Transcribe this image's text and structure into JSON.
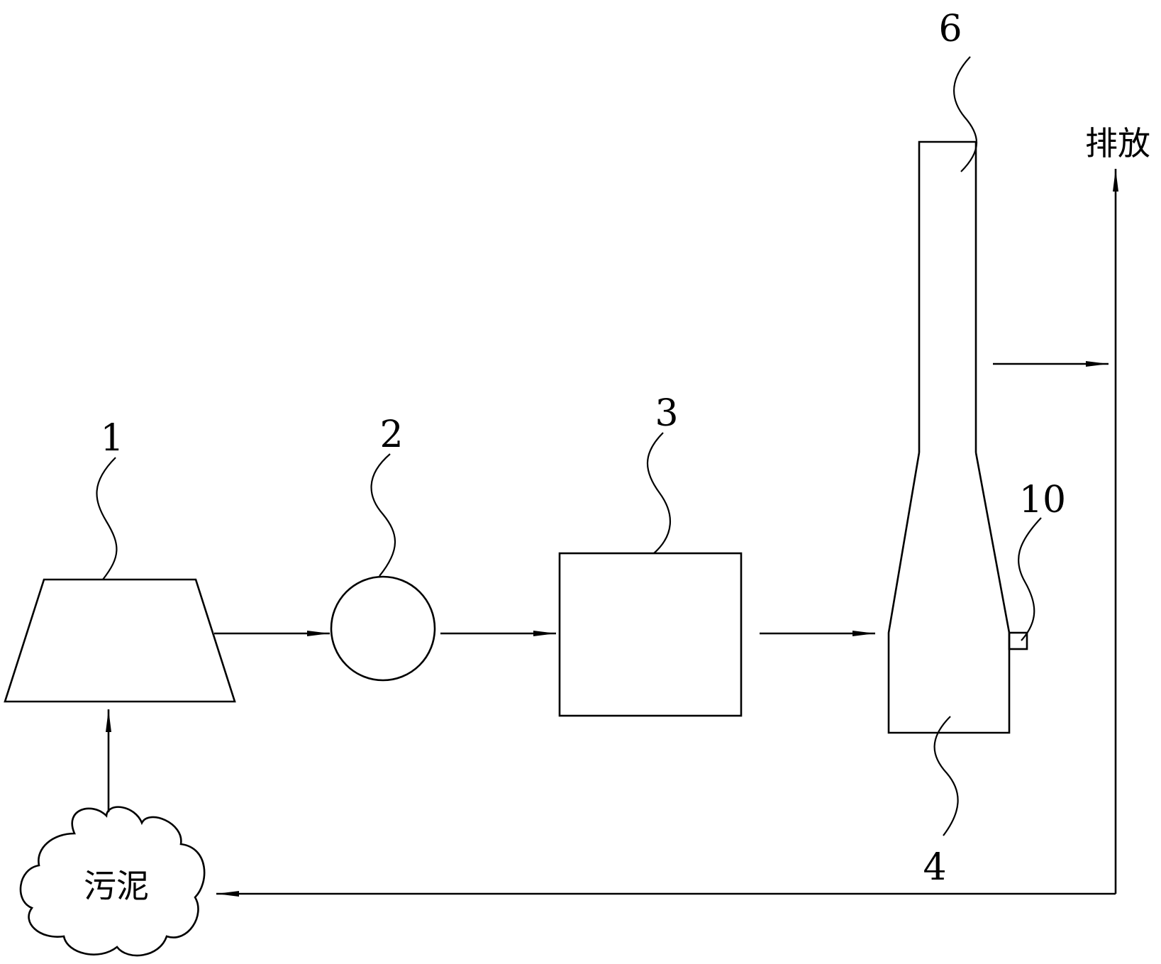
{
  "labels": {
    "n1": "1",
    "n2": "2",
    "n3": "3",
    "n4": "4",
    "n6": "6",
    "n10": "10",
    "discharge": "排放",
    "sludge": "污泥"
  },
  "colors": {
    "stroke": "#000000",
    "background": "#ffffff"
  }
}
